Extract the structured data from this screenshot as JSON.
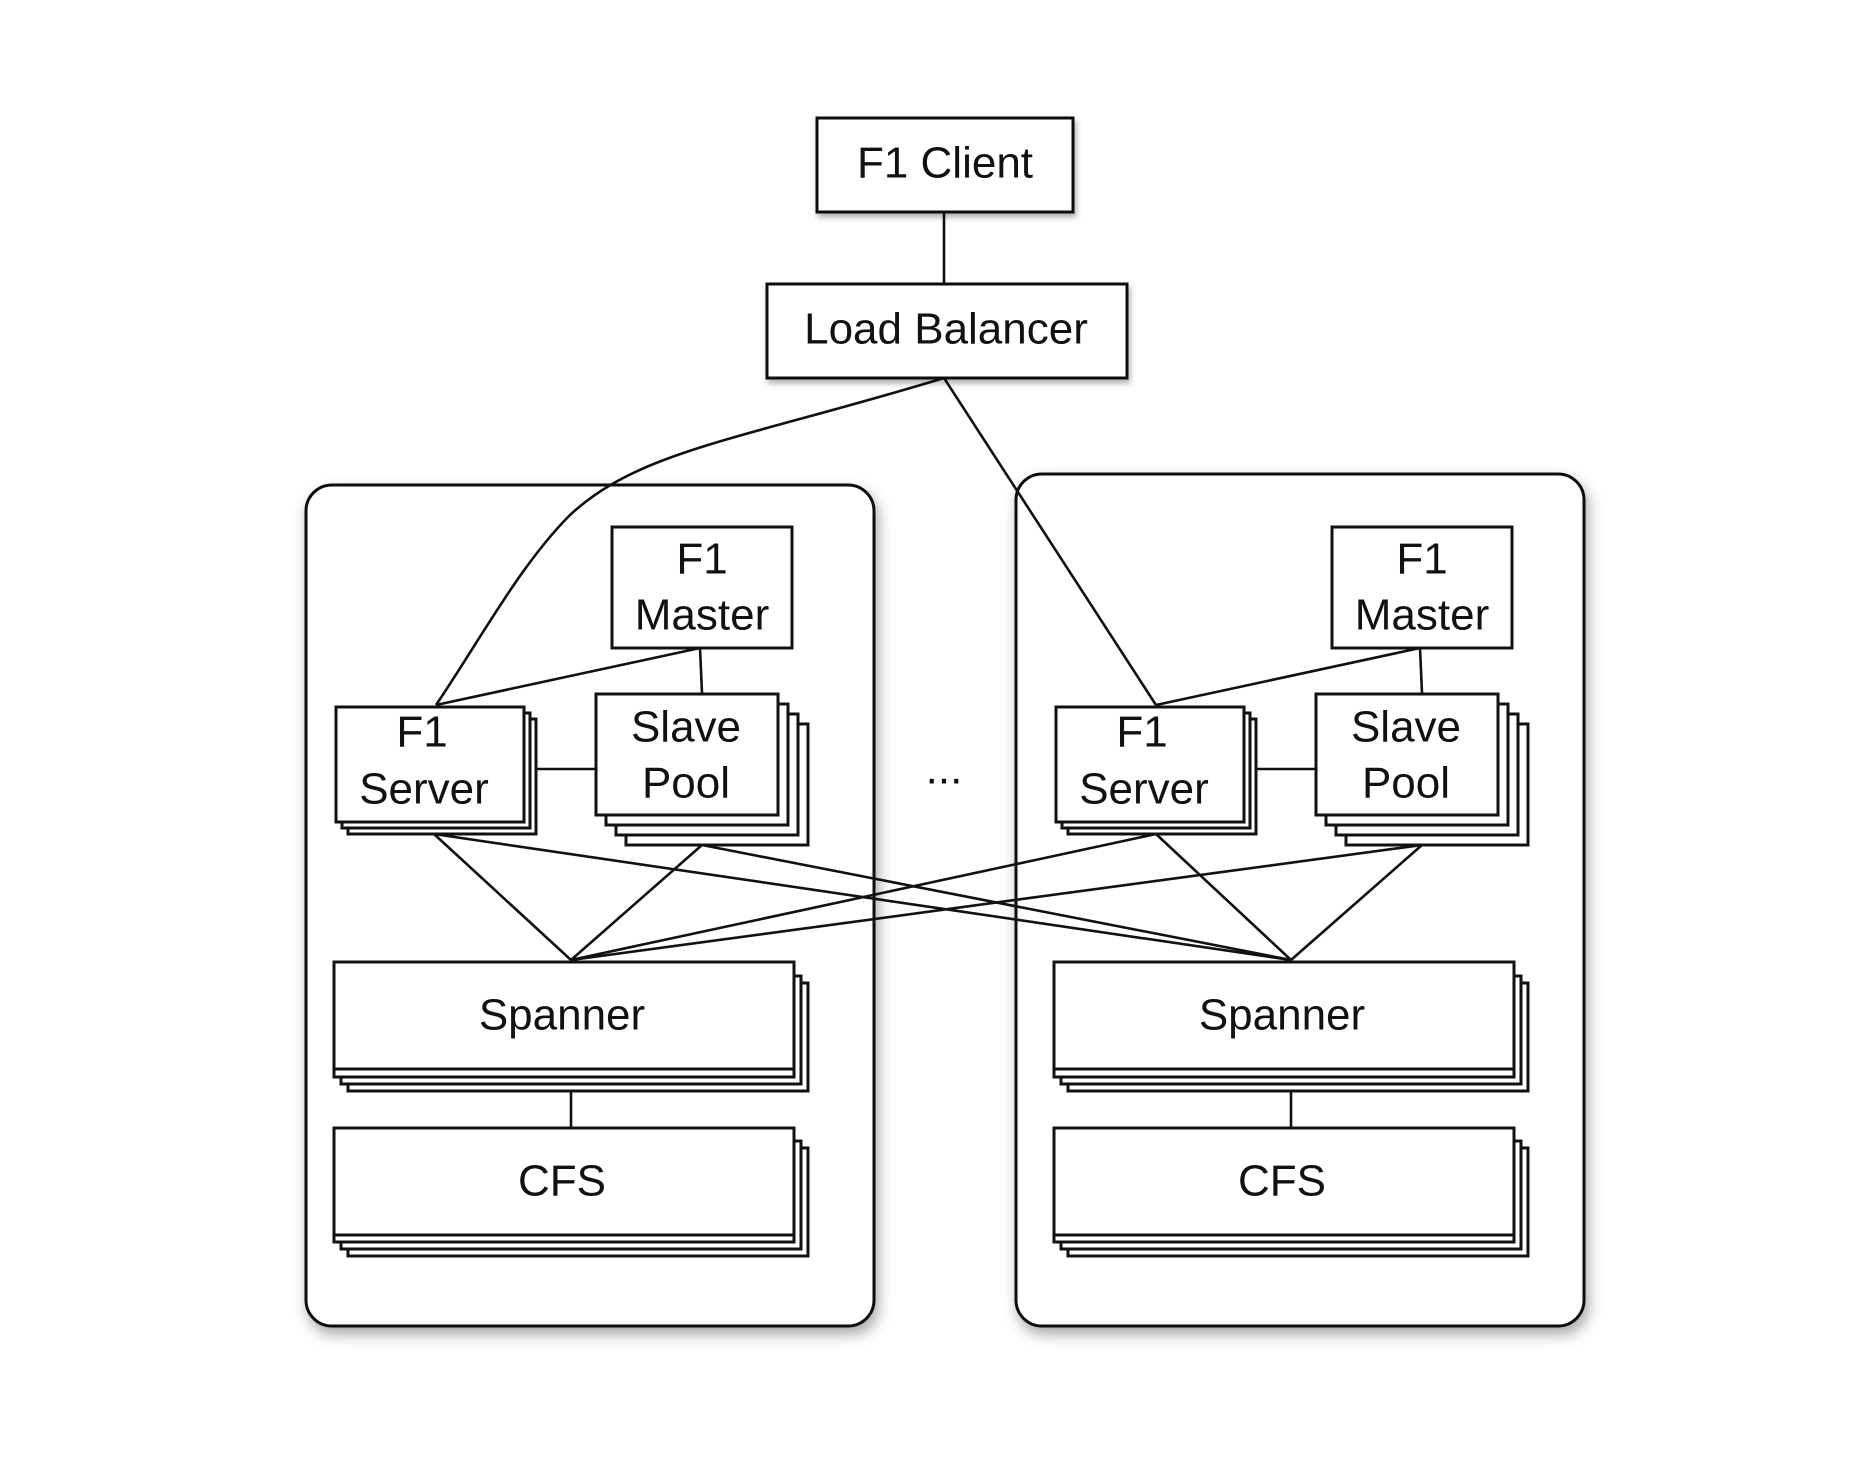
{
  "client": {
    "label": "F1 Client"
  },
  "load_balancer": {
    "label": "Load Balancer"
  },
  "datacenters": [
    {
      "f1_master": {
        "line1": "F1",
        "line2": "Master"
      },
      "f1_server": {
        "line1": "F1",
        "line2": "Server"
      },
      "slave_pool": {
        "line1": "Slave",
        "line2": "Pool"
      },
      "spanner": {
        "label": "Spanner"
      },
      "cfs": {
        "label": "CFS"
      }
    },
    {
      "f1_master": {
        "line1": "F1",
        "line2": "Master"
      },
      "f1_server": {
        "line1": "F1",
        "line2": "Server"
      },
      "slave_pool": {
        "line1": "Slave",
        "line2": "Pool"
      },
      "spanner": {
        "label": "Spanner"
      },
      "cfs": {
        "label": "CFS"
      }
    }
  ],
  "ellipsis": "...",
  "colors": {
    "line": "#111111",
    "fill": "#ffffff"
  }
}
